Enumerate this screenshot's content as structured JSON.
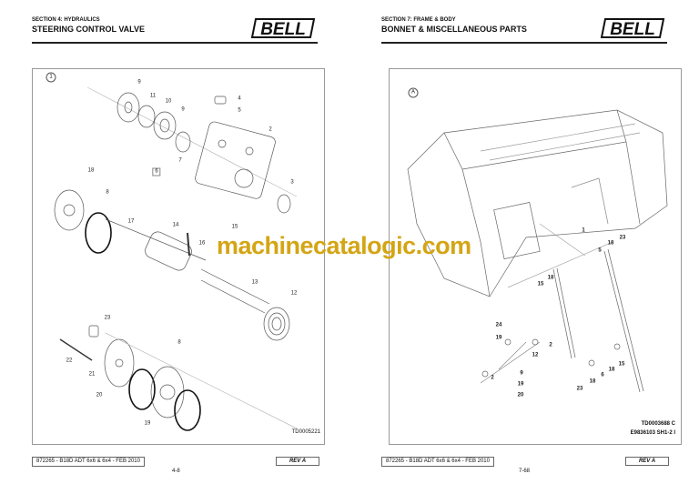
{
  "left_page": {
    "section": "SECTION 4: HYDRAULICS",
    "title": "STEERING CONTROL VALVE",
    "logo": "BELL",
    "figure_label": "1",
    "callouts": [
      "9",
      "11",
      "10",
      "9",
      "4",
      "5",
      "2",
      "7",
      "6",
      "18",
      "3",
      "8",
      "17",
      "14",
      "16",
      "15",
      "13",
      "12",
      "23",
      "8",
      "22",
      "21",
      "20",
      "19"
    ],
    "drawing_ref": "TD0005221",
    "footer": "872265 - B18D ADT 6x6 & 6x4 - FEB 2010",
    "rev": "REV A",
    "page_number": "4-8"
  },
  "right_page": {
    "section": "SECTION 7: FRAME & BODY",
    "title": "BONNET & MISCELLANEOUS PARTS",
    "logo": "BELL",
    "figure_label": "A",
    "callouts": [
      "1",
      "23",
      "18",
      "5",
      "18",
      "15",
      "24",
      "19",
      "2",
      "12",
      "9",
      "2",
      "19",
      "20",
      "15",
      "18",
      "6",
      "18",
      "23"
    ],
    "drawing_ref": "TD0003688 C",
    "drawing_ref2": "E9836103 SH1-2 I",
    "footer": "872265 - B18D ADT 6x6 & 6x4 - FEB 2010",
    "rev": "REV A",
    "page_number": "7-68"
  },
  "watermark": "machinecatalogic.com",
  "colors": {
    "watermark": "#d4a514"
  }
}
